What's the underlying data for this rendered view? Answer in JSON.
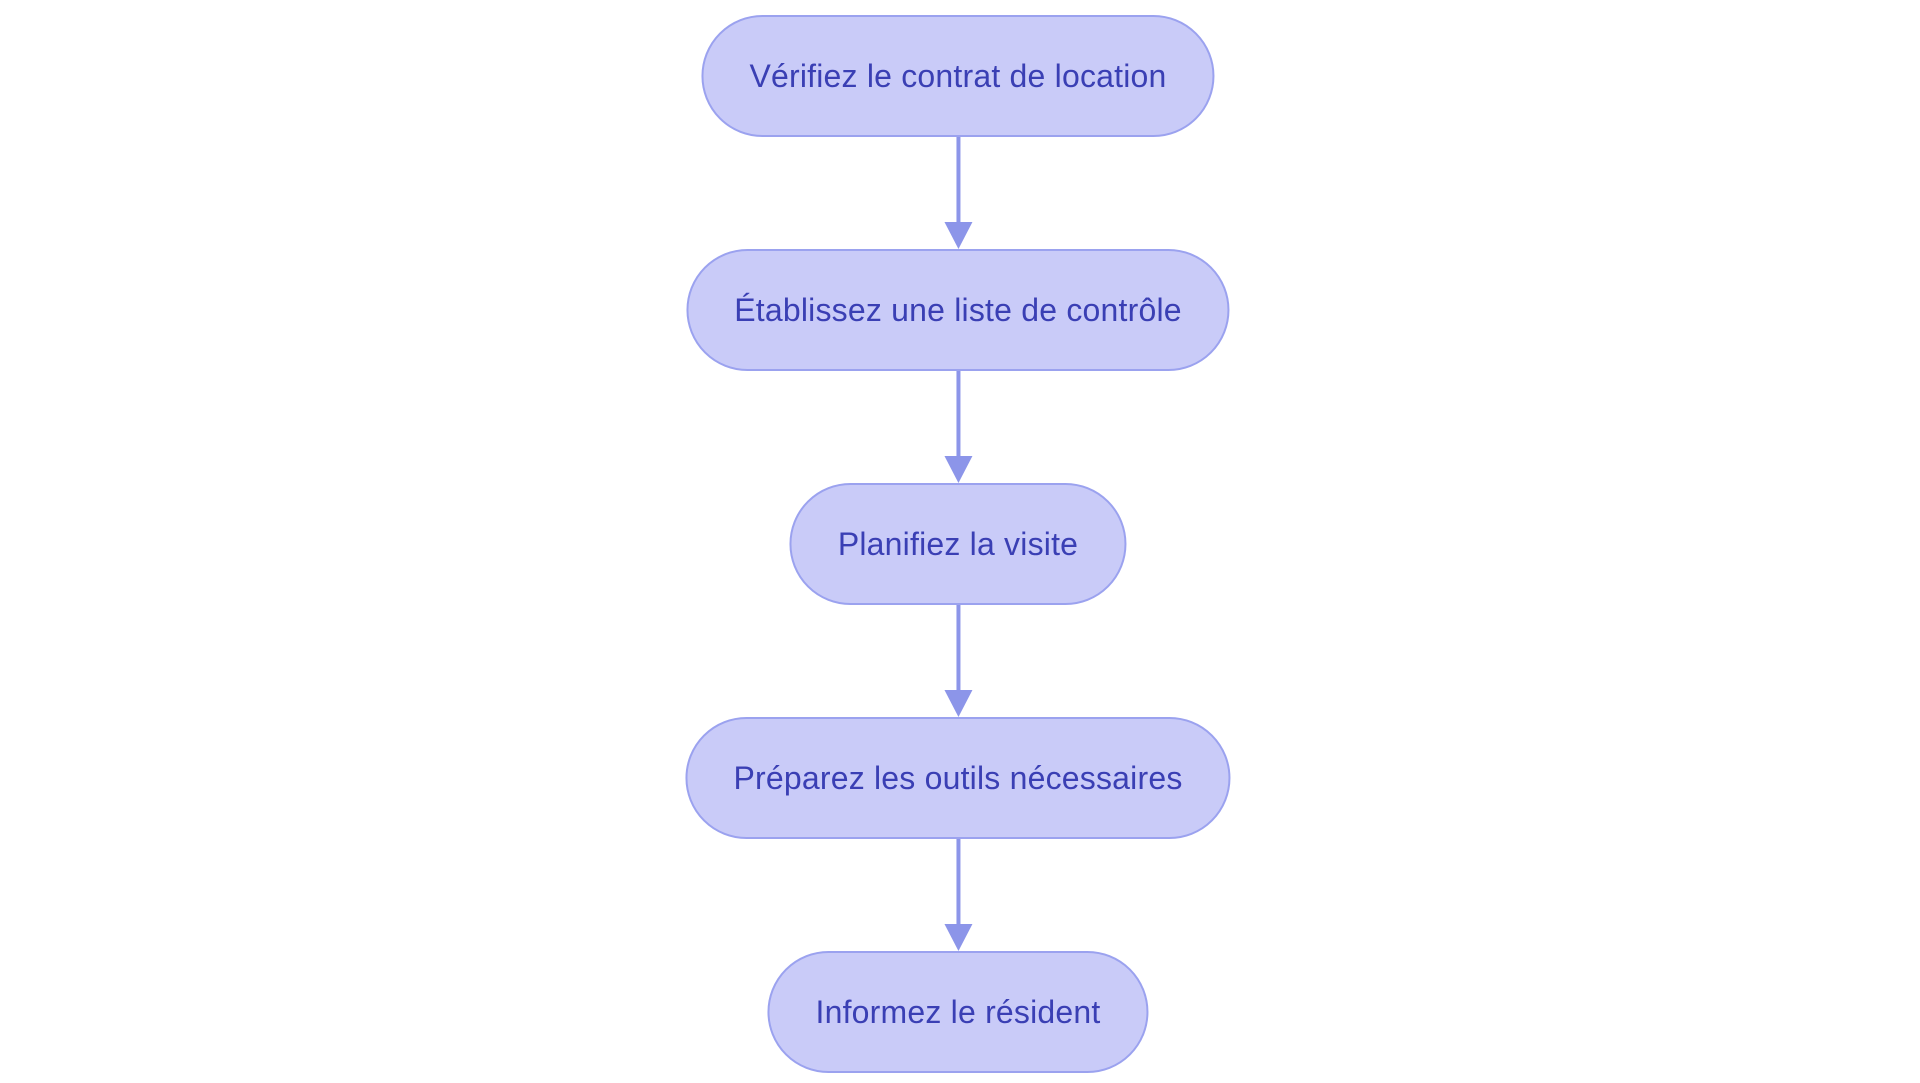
{
  "diagram": {
    "type": "flowchart",
    "direction": "top-down",
    "nodes": [
      {
        "id": "1",
        "shape": "stadium",
        "label": "Vérifiez le contrat de location"
      },
      {
        "id": "2",
        "shape": "stadium",
        "label": "Établissez une liste de contrôle"
      },
      {
        "id": "3",
        "shape": "stadium",
        "label": "Planifiez la visite"
      },
      {
        "id": "4",
        "shape": "stadium",
        "label": "Préparez les outils nécessaires"
      },
      {
        "id": "5",
        "shape": "stadium",
        "label": "Informez le résident"
      }
    ],
    "edges": [
      {
        "from": "1",
        "to": "2",
        "style": "arrow-down"
      },
      {
        "from": "2",
        "to": "3",
        "style": "arrow-down"
      },
      {
        "from": "3",
        "to": "4",
        "style": "arrow-down"
      },
      {
        "from": "4",
        "to": "5",
        "style": "arrow-down"
      }
    ]
  },
  "colors": {
    "background": "#ffffff",
    "node_fill": "#c9cbf8",
    "node_border": "#9ba2ef",
    "node_text": "#3a3fb4",
    "arrow": "#8c95e9"
  }
}
